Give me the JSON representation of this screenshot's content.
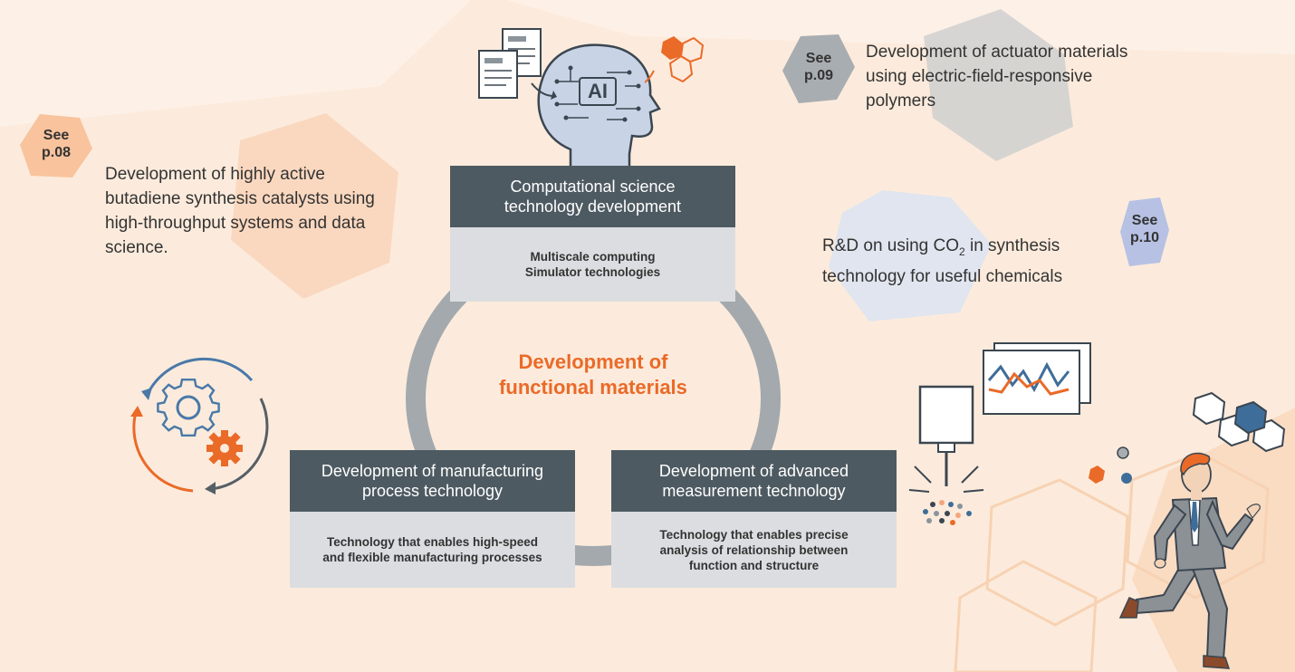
{
  "colors": {
    "background": "#fcebdc",
    "box_header": "#4e5a61",
    "box_body": "#dcdde0",
    "accent_orange": "#ea6a28",
    "accent_blue": "#3f6d99",
    "ring": "#a3a9ad"
  },
  "center": {
    "line1": "Development of",
    "line2": "functional materials"
  },
  "boxes": {
    "computational": {
      "header": "Computational science\ntechnology development",
      "body": "Multiscale computing\nSimulator technologies"
    },
    "manufacturing": {
      "header": "Development of manufacturing\nprocess technology",
      "body": "Technology that enables high-speed\nand flexible manufacturing processes"
    },
    "measurement": {
      "header": "Development of advanced\nmeasurement technology",
      "body": "Technology that enables precise\nanalysis of relationship between\nfunction and structure"
    }
  },
  "callouts": {
    "p08": {
      "badge_see": "See",
      "badge_page": "p.08",
      "text": "Development of highly active\nbutadiene synthesis catalysts using\nhigh-throughput systems and data\nscience."
    },
    "p09": {
      "badge_see": "See",
      "badge_page": "p.09",
      "text": "Development of actuator materials\nusing electric-field-responsive\npolymers"
    },
    "p10": {
      "badge_see": "See",
      "badge_page": "p.10",
      "text_before": "R&D on using CO",
      "text_sub": "2",
      "text_after": " in synthesis",
      "text_line2": "technology for useful chemicals"
    }
  },
  "ai_label": "AI",
  "icons": {
    "ai": "ai-head-icon",
    "documents": "documents-icon",
    "molecule": "molecule-icon",
    "gears": "gears-cycle-icon",
    "measurement": "measurement-instrument-icon",
    "person": "running-businessman-illustration"
  }
}
